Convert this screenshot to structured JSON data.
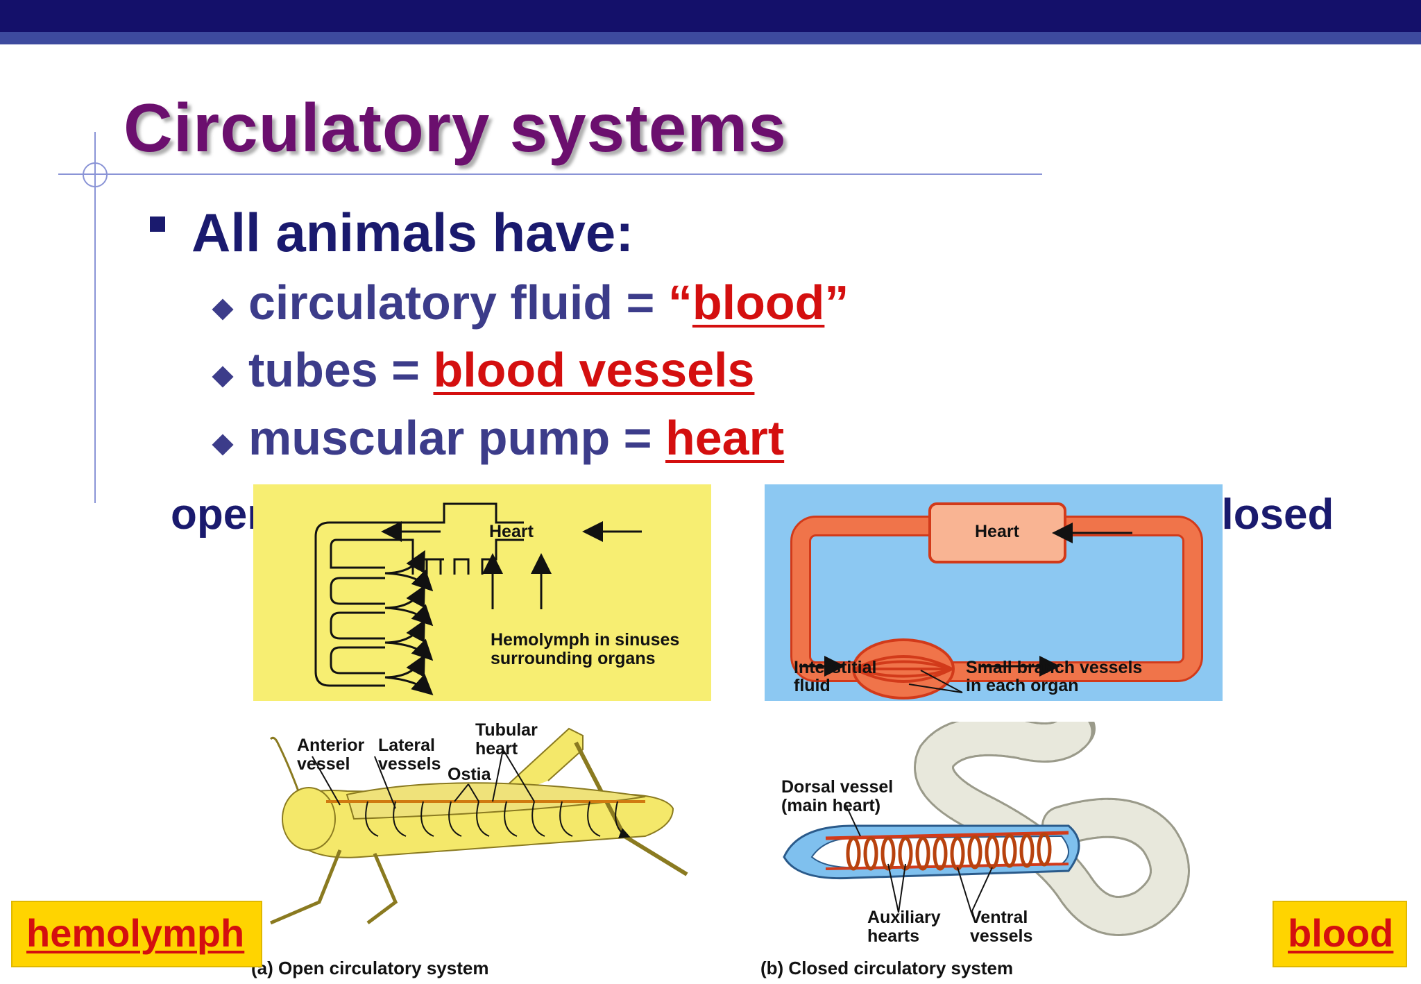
{
  "slide": {
    "title": "Circulatory systems",
    "bullet": "All animals have:",
    "items": [
      {
        "prefix": "circulatory fluid = ",
        "open_quote": "“",
        "term": "blood",
        "close_quote": "”"
      },
      {
        "prefix": "tubes = ",
        "term": "blood vessels"
      },
      {
        "prefix": "muscular pump = ",
        "term": "heart"
      }
    ],
    "open_label": "open",
    "closed_label": "closed"
  },
  "open_diagram": {
    "heart": "Heart",
    "hemolymph_line1": "Hemolymph in sinuses",
    "hemolymph_line2": "surrounding organs",
    "colors": {
      "panel": "#f7ee72",
      "vessel": "#f7ee72"
    }
  },
  "closed_diagram": {
    "heart": "Heart",
    "interstitial_line1": "Interstitial",
    "interstitial_line2": "fluid",
    "branch_line1": "Small branch vessels",
    "branch_line2": "in each organ",
    "colors": {
      "panel": "#8cc8f2",
      "vessel": "#f0744a",
      "heart": "#f9b493"
    }
  },
  "grasshopper": {
    "anterior_line1": "Anterior",
    "anterior_line2": "vessel",
    "lateral_line1": "Lateral",
    "lateral_line2": "vessels",
    "tubular_line1": "Tubular",
    "tubular_line2": "heart",
    "ostia": "Ostia",
    "caption": "(a) Open circulatory system"
  },
  "earthworm": {
    "dorsal_line1": "Dorsal vessel",
    "dorsal_line2": "(main heart)",
    "auxiliary_line1": "Auxiliary",
    "auxiliary_line2": "hearts",
    "ventral_line1": "Ventral",
    "ventral_line2": "vessels",
    "caption": "(b) Closed circulatory system"
  },
  "tags": {
    "left": "hemolymph",
    "right": "blood",
    "color": "#ffd400"
  }
}
